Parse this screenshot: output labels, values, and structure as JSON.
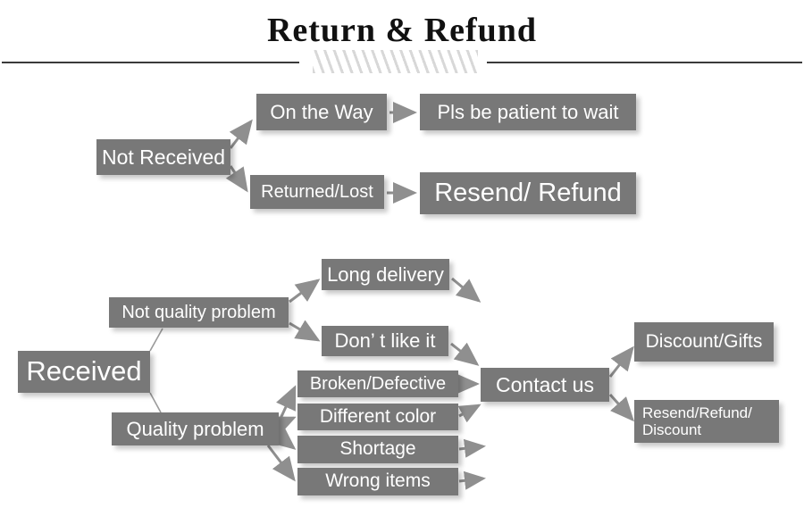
{
  "header": {
    "title": "Return & Refund"
  },
  "diagram": {
    "type": "flowchart",
    "nodes": {
      "not_received": "Not Received",
      "on_the_way": "On the Way",
      "pls_wait": "Pls be patient to wait",
      "returned_lost": "Returned/Lost",
      "resend_refund": "Resend/ Refund",
      "received": "Received",
      "not_quality_problem": "Not quality problem",
      "quality_problem": "Quality problem",
      "long_delivery": "Long delivery",
      "dont_like_it": "Don’ t like it",
      "broken_defective": "Broken/Defective",
      "different_color": "Different color",
      "shortage": "Shortage",
      "wrong_items": "Wrong items",
      "contact_us": "Contact us",
      "discount_gifts": "Discount/Gifts",
      "resend_refund_discount": "Resend/Refund/ Discount"
    },
    "edges": [
      {
        "from": "not_received",
        "to": "on_the_way",
        "arrow": true
      },
      {
        "from": "not_received",
        "to": "returned_lost",
        "arrow": true
      },
      {
        "from": "on_the_way",
        "to": "pls_wait",
        "arrow": true
      },
      {
        "from": "returned_lost",
        "to": "resend_refund",
        "arrow": true
      },
      {
        "from": "received",
        "to": "not_quality_problem",
        "arrow": false
      },
      {
        "from": "received",
        "to": "quality_problem",
        "arrow": false
      },
      {
        "from": "not_quality_problem",
        "to": "long_delivery",
        "arrow": true
      },
      {
        "from": "not_quality_problem",
        "to": "dont_like_it",
        "arrow": true
      },
      {
        "from": "quality_problem",
        "to": "broken_defective",
        "arrow": true
      },
      {
        "from": "quality_problem",
        "to": "different_color",
        "arrow": true
      },
      {
        "from": "quality_problem",
        "to": "shortage",
        "arrow": true
      },
      {
        "from": "quality_problem",
        "to": "wrong_items",
        "arrow": true
      },
      {
        "from": "long_delivery",
        "to": "contact_us",
        "arrow": true
      },
      {
        "from": "dont_like_it",
        "to": "contact_us",
        "arrow": true
      },
      {
        "from": "broken_defective",
        "to": "contact_us",
        "arrow": true
      },
      {
        "from": "different_color",
        "to": "contact_us",
        "arrow": true
      },
      {
        "from": "shortage",
        "to": "contact_us",
        "arrow": true
      },
      {
        "from": "wrong_items",
        "to": "contact_us",
        "arrow": true
      },
      {
        "from": "contact_us",
        "to": "discount_gifts",
        "arrow": true
      },
      {
        "from": "contact_us",
        "to": "resend_refund_discount",
        "arrow": true
      }
    ],
    "colors": {
      "box_fill": "#787878",
      "box_text": "#ffffff",
      "arrow": "#8f8f8f",
      "connector_line": "#9a9a9a",
      "title_text": "#111111",
      "rule": "#3a3a3a",
      "hatch": "#d8d8d8",
      "background": "#ffffff"
    }
  }
}
